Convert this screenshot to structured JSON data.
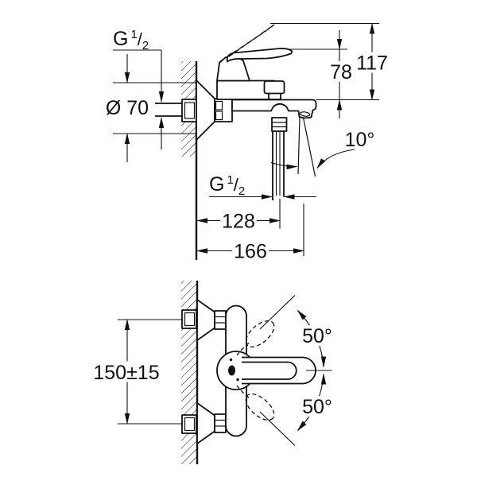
{
  "diagram": {
    "side_view": {
      "wall_thread_label": {
        "prefix": "G",
        "numerator": "1",
        "slash": "/",
        "denominator": "2"
      },
      "escutcheon_diameter_label": "Ø 70",
      "open_lever_height_label": "117",
      "lever_height_label": "78",
      "spout_angle_label": "10°",
      "shower_outlet_thread_label": {
        "prefix": "G",
        "numerator": "1",
        "slash": "/",
        "denominator": "2"
      },
      "shower_outlet_distance_label": "128",
      "spout_projection_label": "166"
    },
    "plan_view": {
      "connection_spacing_label": "150±15",
      "lever_swing_upper_label": "50°",
      "lever_swing_lower_label": "50°"
    },
    "line_color": "#111111",
    "background_color": "#ffffff"
  }
}
